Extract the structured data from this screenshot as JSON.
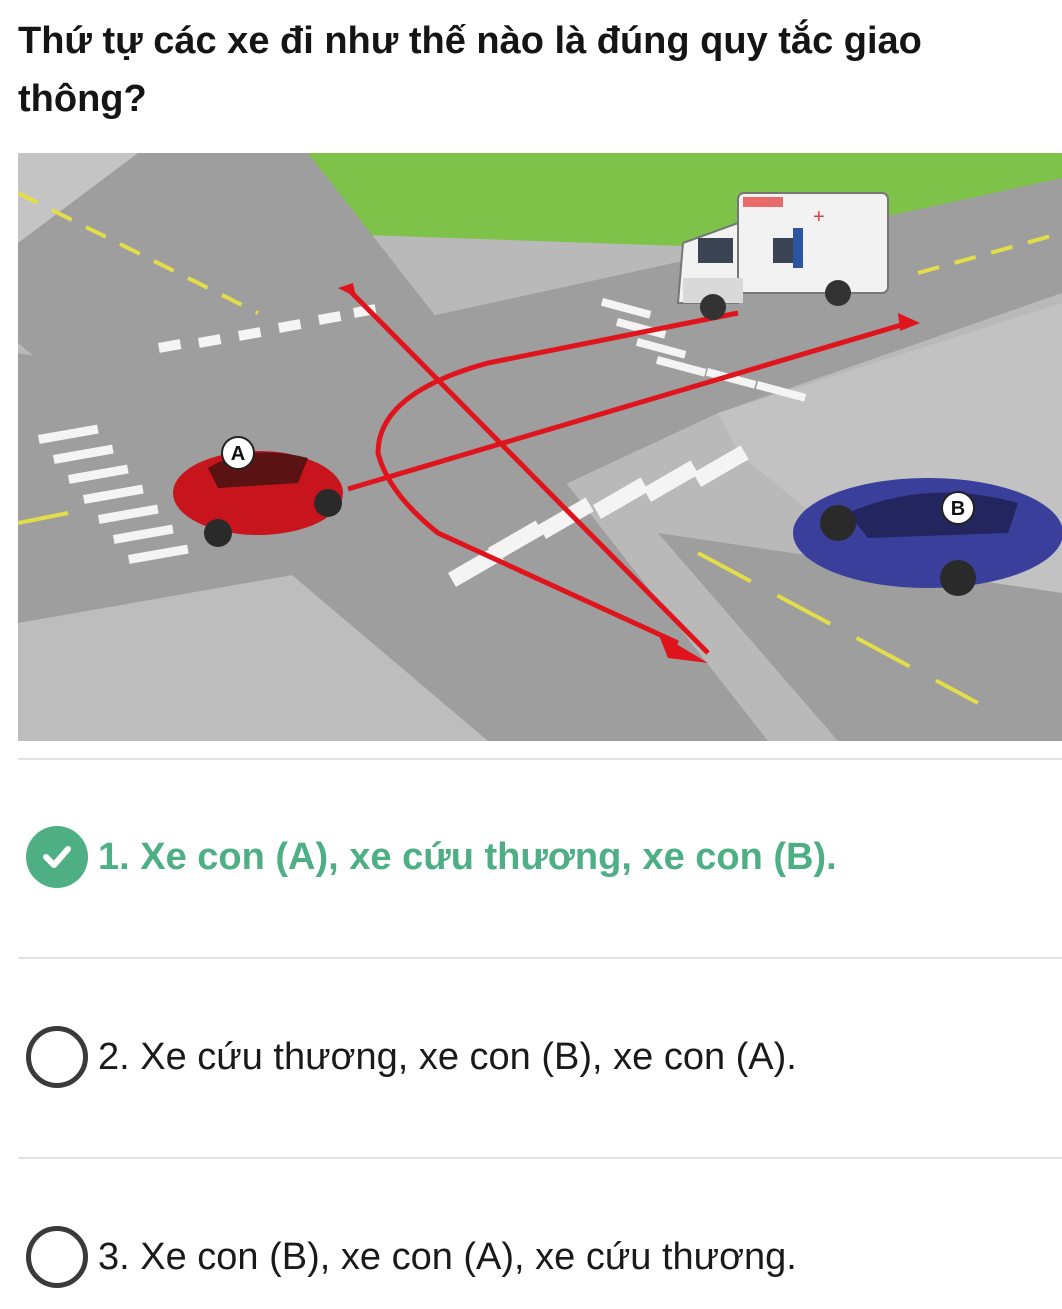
{
  "question": {
    "text": "Thứ tự các xe đi như thế nào là đúng quy tắc giao thông?"
  },
  "illustration": {
    "labels": {
      "car_a": "A",
      "car_b": "B"
    },
    "colors": {
      "grass": "#7ec24a",
      "road": "#9d9d9d",
      "arrow": "#e0141c",
      "car_a": "#c8141c",
      "car_b": "#3a3f9c",
      "ambulance": "#f2f2f2"
    },
    "vehicles": [
      "car-a-red",
      "car-b-blue",
      "ambulance"
    ]
  },
  "options": [
    {
      "label": "1. Xe con (A), xe cứu thương, xe con (B).",
      "selected": true,
      "correct": true,
      "icon": "check-icon"
    },
    {
      "label": "2. Xe cứu thương, xe con (B), xe con (A).",
      "selected": false,
      "correct": false,
      "icon": "radio-empty-icon"
    },
    {
      "label": "3. Xe con (B), xe con (A), xe cứu thương.",
      "selected": false,
      "correct": false,
      "icon": "radio-empty-icon"
    }
  ],
  "accent_color": "#4eae84"
}
